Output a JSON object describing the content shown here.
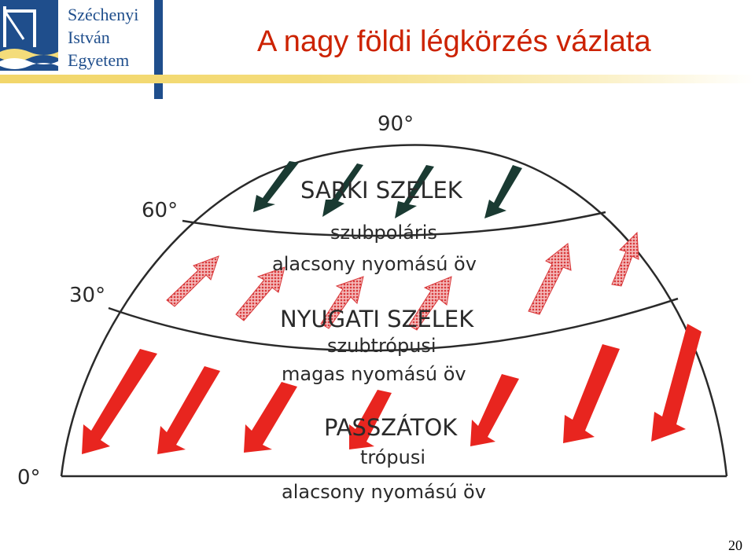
{
  "header": {
    "university_lines": [
      "Széchenyi",
      "István",
      "Egyetem"
    ],
    "title": "A nagy földi légkörzés vázlata"
  },
  "colors": {
    "brand_blue": "#1f4e8c",
    "accent_yellow": "#f4dc7a",
    "title_red": "#cc2200",
    "arrow_dark": "#1a3a32",
    "arrow_pink": "#e86a6a",
    "arrow_red": "#e8251f"
  },
  "diagram": {
    "latitudes": {
      "lat90": "90°",
      "lat60": "60°",
      "lat30": "30°",
      "lat0": "0°"
    },
    "zones": {
      "polar_winds": "SARKI SZELEK",
      "subpolar_1": "szubpoláris",
      "subpolar_2": "alacsony nyomású öv",
      "westerlies": "NYUGATI SZELEK",
      "subtropic_1": "szubtrópusi",
      "subtropic_2": "magas nyomású öv",
      "trade_winds": "PASSZÁTOK",
      "tropic_1": "trópusi",
      "tropic_2": "alacsony nyomású öv"
    }
  },
  "footer": {
    "page_number": "20"
  }
}
